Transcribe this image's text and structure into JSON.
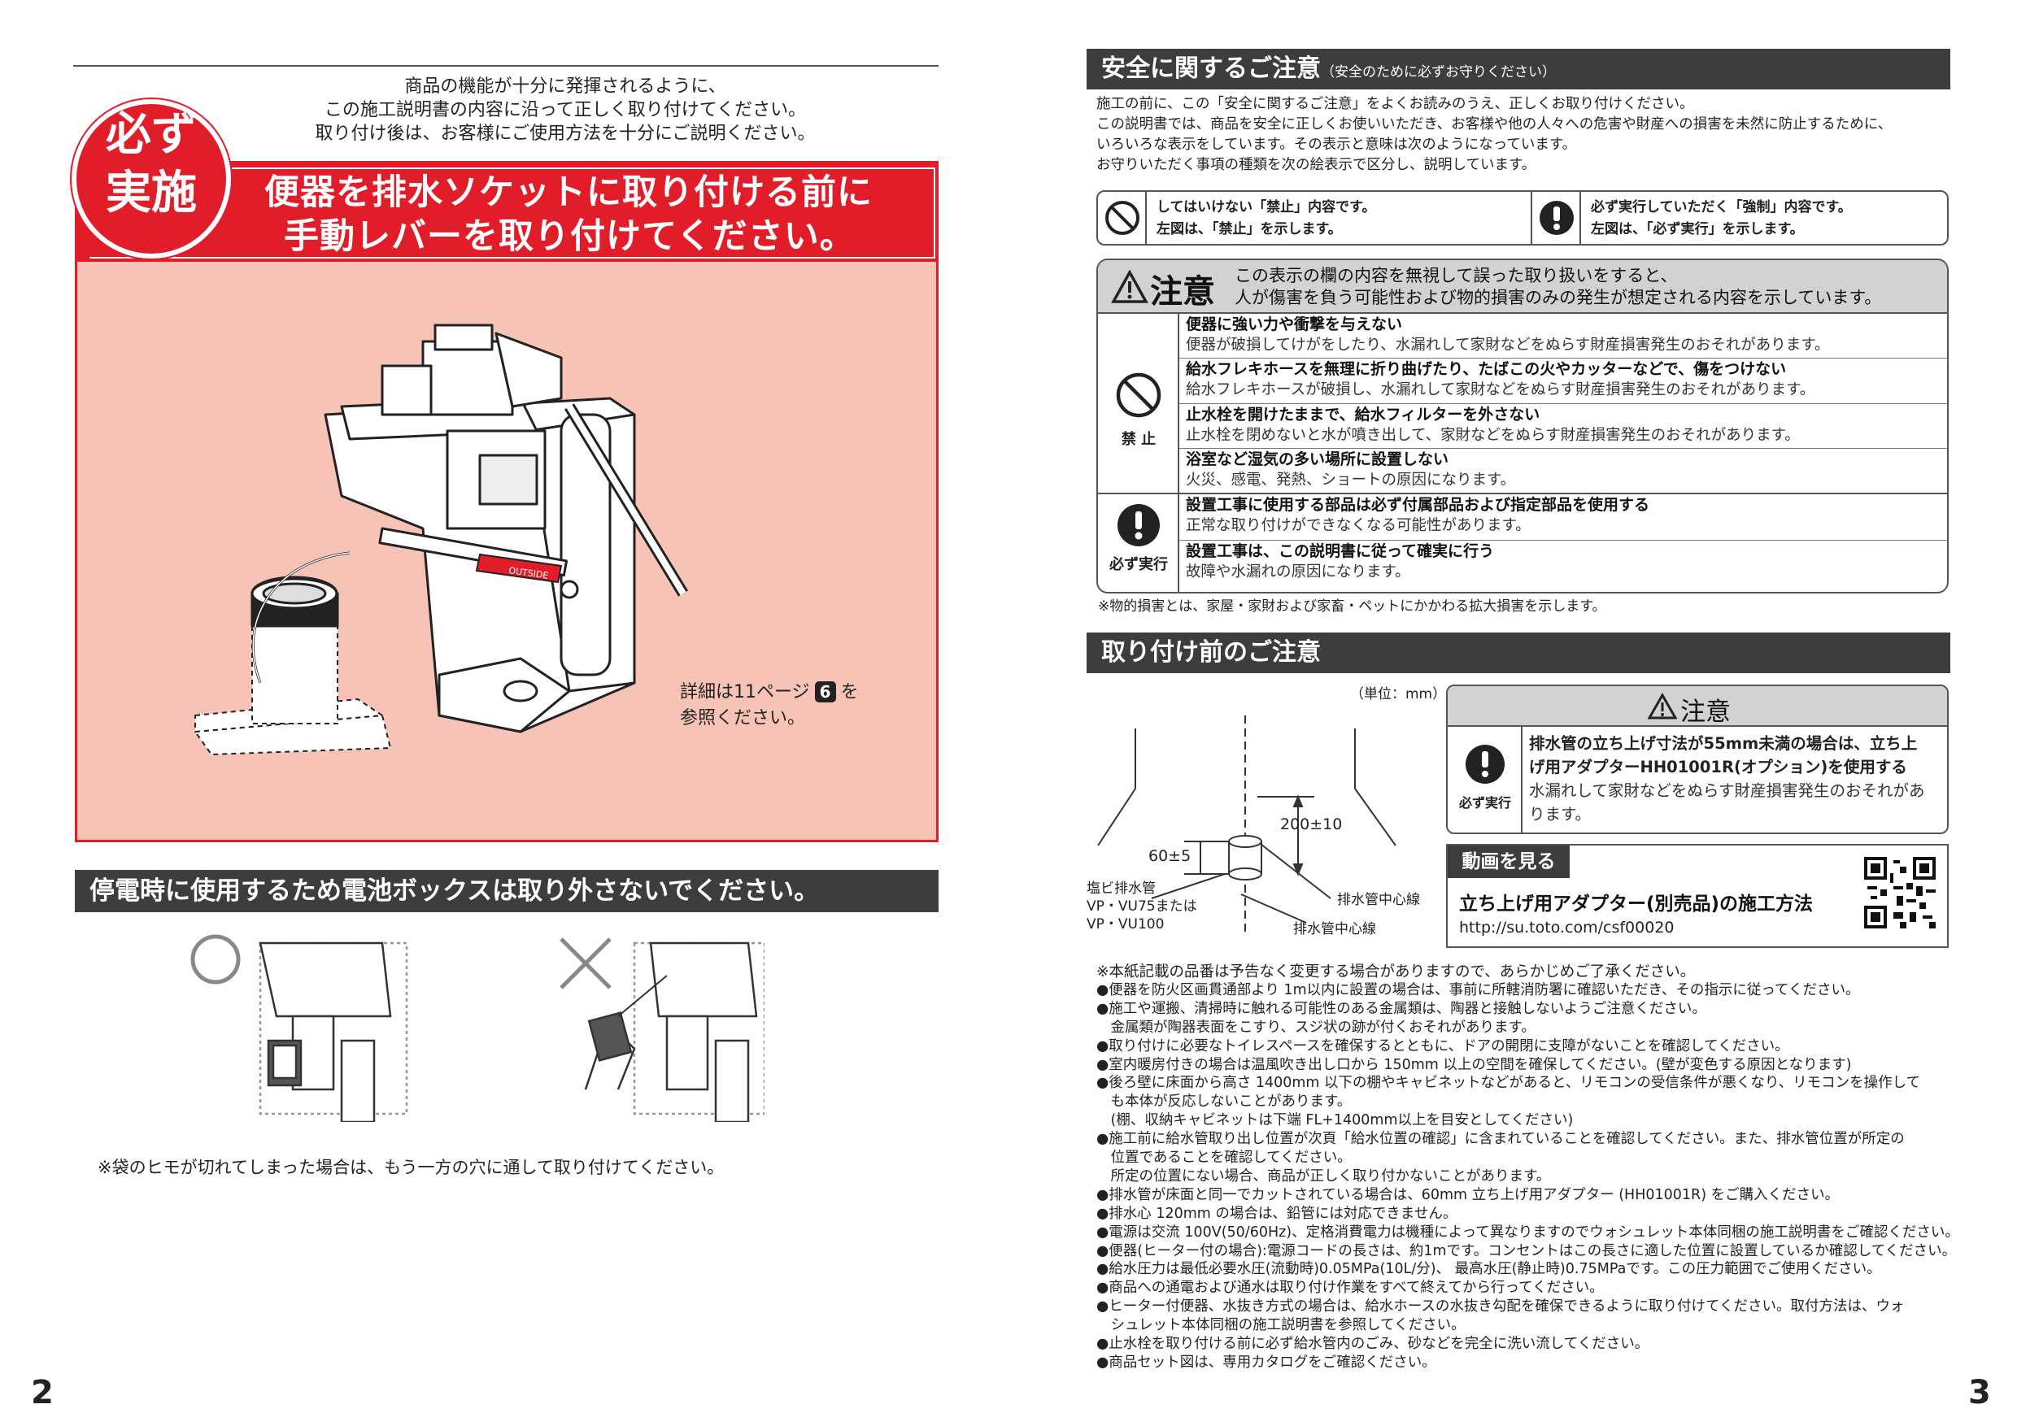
{
  "left_page": {
    "intro": [
      "商品の機能が十分に発揮されるように、",
      "この施工説明書の内容に沿って正しく取り付けてください。",
      "取り付け後は、お客様にご使用方法を十分にご説明ください。"
    ],
    "badge": [
      "必ず",
      "実施"
    ],
    "headline": [
      "便器を排水ソケットに取り付ける前に",
      "手動レバーを取り付けてください。"
    ],
    "ref_note": {
      "before": "詳細は11ページ",
      "num": "6",
      "after": "を",
      "line2": "参照ください。"
    },
    "tag_text": "OUTSIDE",
    "battery_title": "停電時に使用するため電池ボックスは取り外さないでください。",
    "string_note": "※袋のヒモが切れてしまった場合は、もう一方の穴に通して取り付けてください。",
    "page_number": "2"
  },
  "right_page": {
    "safety": {
      "title": "安全に関するご注意",
      "subtitle": "（安全のために必ずお守りください）",
      "paragraphs": [
        "施工の前に、この「安全に関するご注意」をよくお読みのうえ、正しくお取り付けください。",
        "この説明書では、商品を安全に正しくお使いいただき、お客様や他の人々への危害や財産への損害を未然に防止するために、",
        "いろいろな表示をしています。その表示と意味は次のようになっています。",
        "お守りいただく事項の種類を次の絵表示で区分し、説明しています。"
      ],
      "legend_prohibit": [
        "してはいけない「禁止」内容です。",
        "左図は、「禁止」を示します。"
      ],
      "legend_mandatory": [
        "必ず実行していただく「強制」内容です。",
        "左図は、「必ず実行」を示します。"
      ],
      "caution_label": "注意",
      "caution_desc": [
        "この表示の欄の内容を無視して誤った取り扱いをすると、",
        "人が傷害を負う可能性および物的損害のみの発生が想定される内容を示しています。"
      ],
      "prohibit_label": "禁 止",
      "mandatory_label": "必ず実行",
      "items": [
        {
          "title": "便器に強い力や衝撃を与えない",
          "desc": "便器が破損してけがをしたり、水漏れして家財などをぬらす財産損害発生のおそれがあります。"
        },
        {
          "title": "給水フレキホースを無理に折り曲げたり、たばこの火やカッターなどで、傷をつけない",
          "desc": "給水フレキホースが破損し、水漏れして家財などをぬらす財産損害発生のおそれがあります。"
        },
        {
          "title": "止水栓を開けたままで、給水フィルターを外さない",
          "desc": "止水栓を閉めないと水が噴き出して、家財などをぬらす財産損害発生のおそれがあります。"
        },
        {
          "title": "浴室など湿気の多い場所に設置しない",
          "desc": "火災、感電、発熱、ショートの原因になります。"
        },
        {
          "title": "設置工事に使用する部品は必ず付属部品および指定部品を使用する",
          "desc": "正常な取り付けができなくなる可能性があります。"
        },
        {
          "title": "設置工事は、この説明書に従って確実に行う",
          "desc": "故障や水漏れの原因になります。"
        }
      ],
      "footnote": "※物的損害とは、家屋・家財および家畜・ペットにかかわる拡大損害を示します。"
    },
    "pre_install": {
      "title": "取り付け前のご注意",
      "unit": "（単位：mm）",
      "dim_200": "200±10",
      "dim_60": "60±5",
      "pipe_label": [
        "塩ビ排水管",
        "VP・VU75または",
        "VP・VU100"
      ],
      "center_label": "排水管中心線",
      "caution_title": "注意",
      "caution_bold": [
        "排水管の立ち上げ寸法が55mm未満の場合は、立ち上",
        "げ用アダプターHH01001R(オプション)を使用する"
      ],
      "caution_desc": [
        "水漏れして家財などをぬらす財産損害発生のおそれがあ",
        "ります。"
      ],
      "mandatory_label": "必ず実行",
      "video_tab": "動画を見る",
      "video_title": "立ち上げ用アダプター(別売品)の施工方法",
      "video_url": "http://su.toto.com/csf00020"
    },
    "notes": [
      "※本紙記載の品番は予告なく変更する場合がありますので、あらかじめご了承ください。",
      "●便器を防火区画貫通部より 1m以内に設置の場合は、事前に所轄消防署に確認いただき、その指示に従ってください。",
      "●施工や運搬、清掃時に触れる可能性のある金属類は、陶器と接触しないようご注意ください。",
      "　金属類が陶器表面をこすり、スジ状の跡が付くおそれがあります。",
      "●取り付けに必要なトイレスペースを確保するとともに、ドアの開閉に支障がないことを確認してください。",
      "●室内暖房付きの場合は温風吹き出し口から 150mm 以上の空間を確保してください。(壁が変色する原因となります)",
      "●後ろ壁に床面から高さ 1400mm 以下の棚やキャビネットなどがあると、リモコンの受信条件が悪くなり、リモコンを操作して",
      "　も本体が反応しないことがあります。",
      "　(棚、収納キャビネットは下端 FL+1400mm以上を目安としてください)",
      "●施工前に給水管取り出し位置が次頁「給水位置の確認」に含まれていることを確認してください。また、排水管位置が所定の",
      "　位置であることを確認してください。",
      "　所定の位置にない場合、商品が正しく取り付かないことがあります。",
      "●排水管が床面と同一でカットされている場合は、60mm 立ち上げ用アダプター (HH01001R) をご購入ください。",
      "●排水心 120mm の場合は、鉛管には対応できません。",
      "●電源は交流 100V(50/60Hz)、定格消費電力は機種によって異なりますのでウォシュレット本体同梱の施工説明書をご確認ください。",
      "●便器(ヒーター付の場合):電源コードの長さは、約1mです。コンセントはこの長さに適した位置に設置しているか確認してください。",
      "●給水圧力は最低必要水圧(流動時)0.05MPa(10L/分)、 最高水圧(静止時)0.75MPaです。この圧力範囲でご使用ください。",
      "●商品への通電および通水は取り付け作業をすべて終えてから行ってください。",
      "●ヒーター付便器、水抜き方式の場合は、給水ホースの水抜き勾配を確保できるように取り付けてください。取付方法は、ウォ",
      "　シュレット本体同梱の施工説明書を参照してください。",
      "●止水栓を取り付ける前に必ず給水管内のごみ、砂などを完全に洗い流してください。",
      "●商品セット図は、専用カタログをご確認ください。"
    ],
    "page_number": "3"
  },
  "colors": {
    "accent_red": "#e11d2a",
    "pink": "#f7c3b6",
    "dark_bar": "#3d3d3d",
    "caution_grey": "#d2d2d2"
  }
}
